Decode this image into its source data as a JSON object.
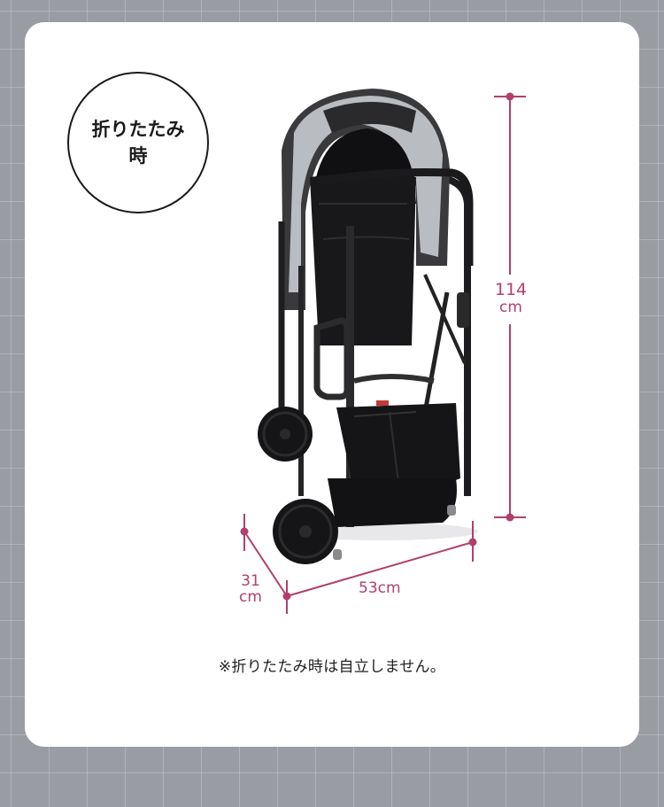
{
  "badge": {
    "line1": "折りたたみ",
    "line2": "時"
  },
  "dimensions": {
    "height": {
      "value": "114",
      "unit": "cm"
    },
    "depth": {
      "value": "31",
      "unit": "cm"
    },
    "width": {
      "label": "53cm"
    }
  },
  "note": "※折りたたみ時は自立しません。",
  "colors": {
    "background": "#9a9ca3",
    "card": "#ffffff",
    "dimension_accent": "#b13f6e",
    "badge_border": "#1a1a1a"
  },
  "image": {
    "subject": "folded-stroller-photo"
  }
}
